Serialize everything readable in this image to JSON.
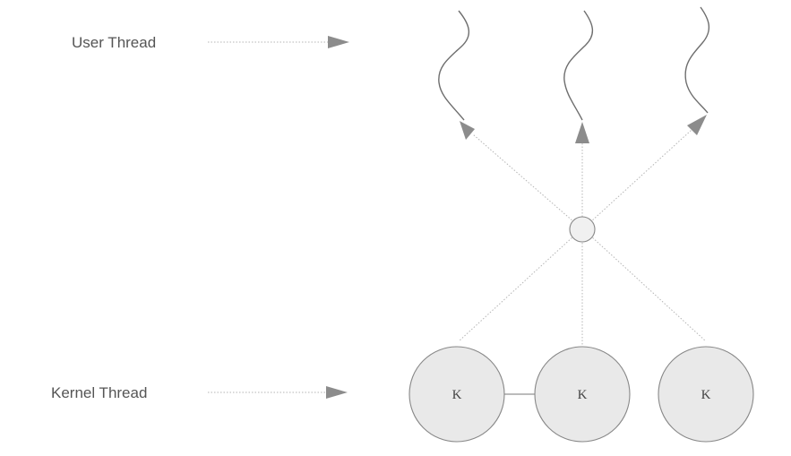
{
  "labels": {
    "user_thread": "User Thread",
    "kernel_thread": "Kernel Thread"
  },
  "kernel_threads": [
    {
      "label": "K"
    },
    {
      "label": "K"
    },
    {
      "label": "K"
    }
  ],
  "user_thread_count": 3,
  "colors": {
    "stroke": "#888888",
    "kernel_fill": "#e9e9e9",
    "arrow": "#8c8c8c",
    "text": "#555555"
  }
}
